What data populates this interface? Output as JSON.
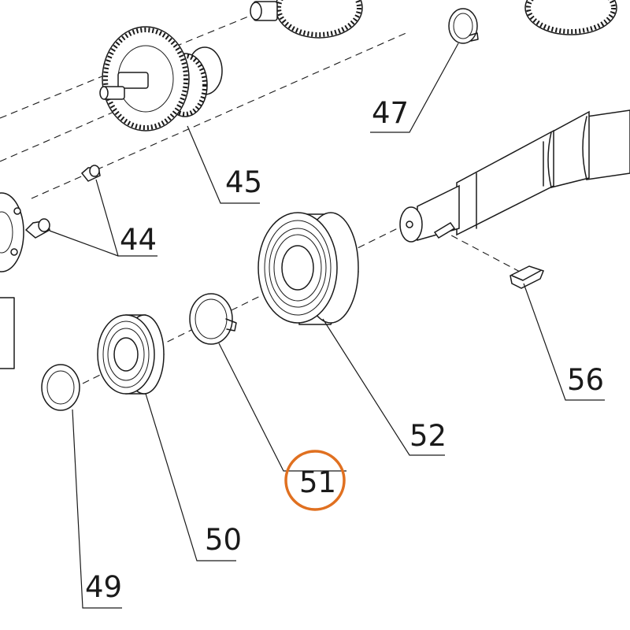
{
  "callouts": {
    "c44": "44",
    "c45": "45",
    "c47": "47",
    "c49": "49",
    "c50": "50",
    "c51": "51",
    "c52": "52",
    "c56": "56"
  },
  "highlight": {
    "part": "51",
    "color": "#e07020"
  }
}
